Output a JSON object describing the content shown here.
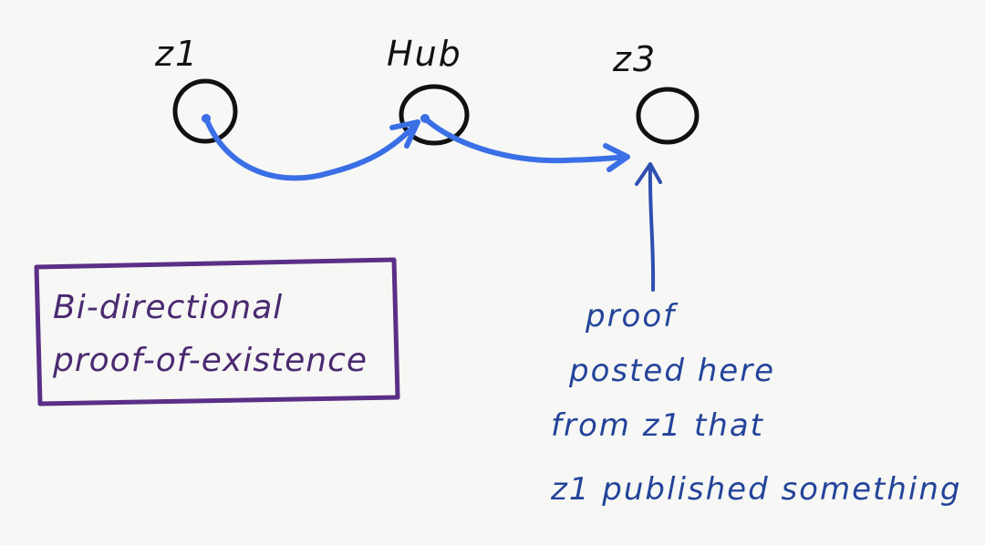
{
  "nodes": {
    "z1": "z1",
    "hub": "Hub",
    "z3": "z3"
  },
  "box": {
    "line1": "Bi-directional",
    "line2": "proof-of-existence"
  },
  "note": {
    "line1": "proof",
    "line2": "posted here",
    "line3": "from z1 that",
    "line4": "z1 published something"
  },
  "colors": {
    "node_stroke": "#111111",
    "arrow": "#3a6fe6",
    "box_stroke": "#5a2f86",
    "box_text": "#4a2a70",
    "note_text": "#24449a"
  }
}
